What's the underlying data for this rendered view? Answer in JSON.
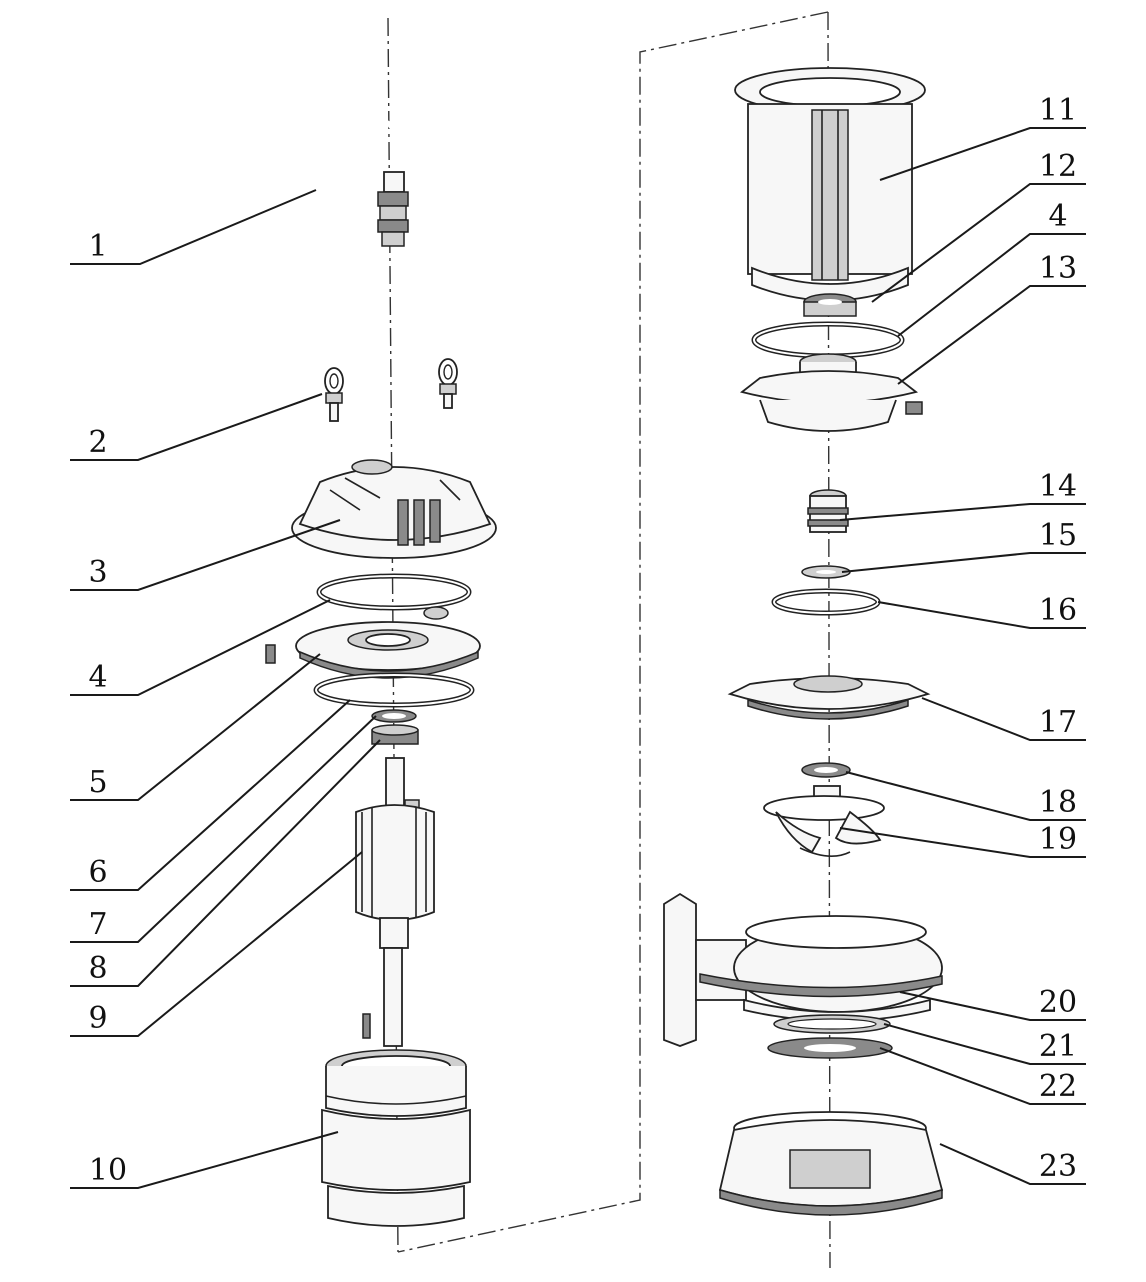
{
  "diagram": {
    "left_assembly_labels": [
      "1",
      "2",
      "3",
      "4",
      "5",
      "6",
      "7",
      "8",
      "9",
      "10"
    ],
    "right_assembly_labels": [
      "11",
      "12",
      "4",
      "13",
      "14",
      "15",
      "16",
      "17",
      "18",
      "19",
      "20",
      "21",
      "22",
      "23"
    ]
  }
}
